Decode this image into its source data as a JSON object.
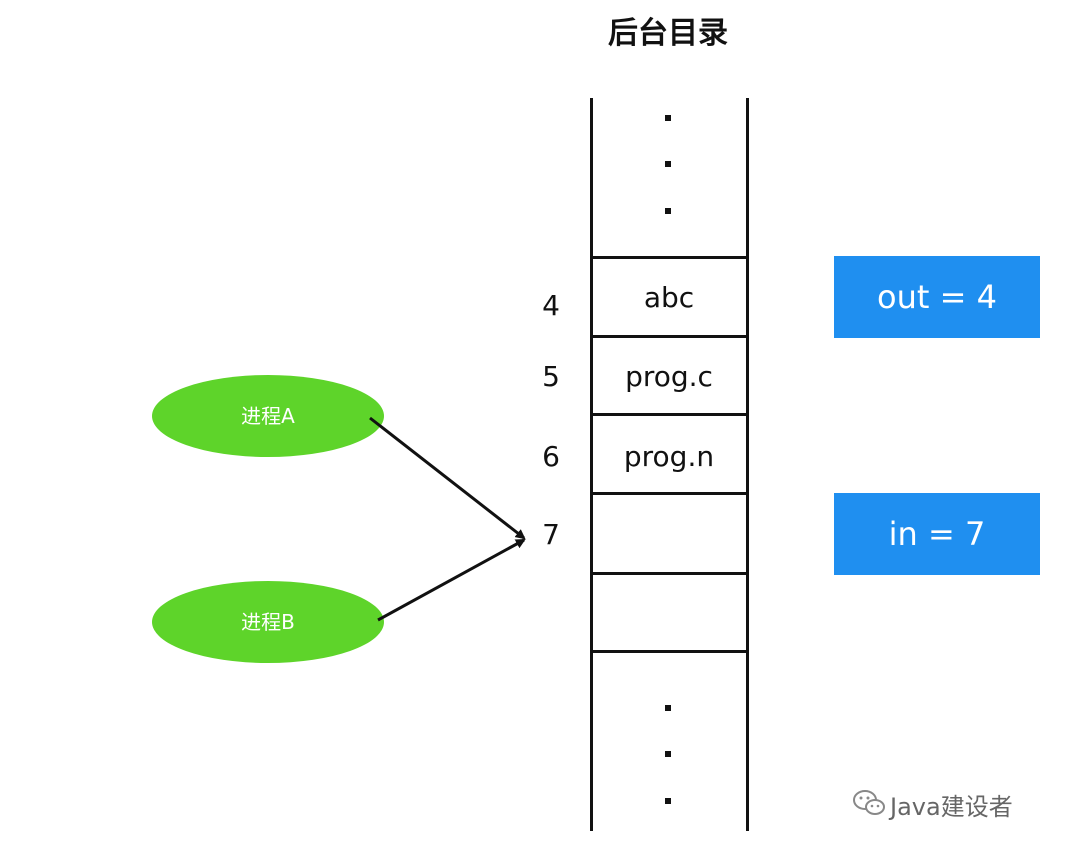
{
  "title": "后台目录",
  "slots": [
    {
      "index": "4",
      "content": "abc"
    },
    {
      "index": "5",
      "content": "prog.c"
    },
    {
      "index": "6",
      "content": "prog.n"
    },
    {
      "index": "7",
      "content": ""
    },
    {
      "index": "",
      "content": ""
    }
  ],
  "pointers": {
    "out": "out = 4",
    "in": "in = 7"
  },
  "processes": {
    "a": "进程A",
    "b": "进程B"
  },
  "watermark": "Java建设者",
  "colors": {
    "pointer_box": "#1f8ff0",
    "process_ellipse": "#5ed42a"
  }
}
